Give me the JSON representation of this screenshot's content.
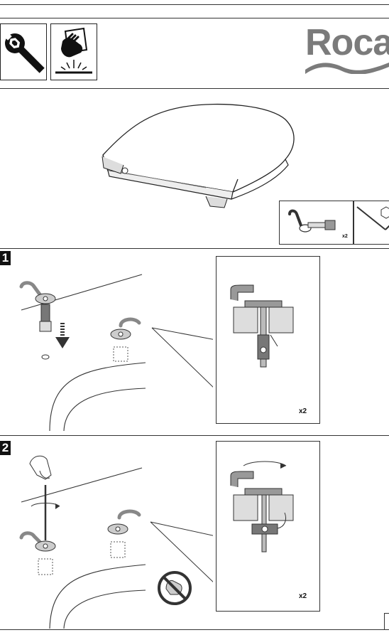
{
  "brand": {
    "logo_text": "Roca"
  },
  "icons": {
    "tool": "wrench-hex-icon",
    "cleaning": "cleaning-wipe-icon",
    "warning": "no-excess-force-icon"
  },
  "kit": {
    "quantity_label": "x2"
  },
  "steps": [
    {
      "number": "1",
      "quantity_label": "x2"
    },
    {
      "number": "2",
      "quantity_label": "x2"
    }
  ],
  "colors": {
    "logo": "#7b7b7b",
    "badge": "#111111",
    "line": "#333333",
    "part_gray": "#9a9a9a"
  }
}
